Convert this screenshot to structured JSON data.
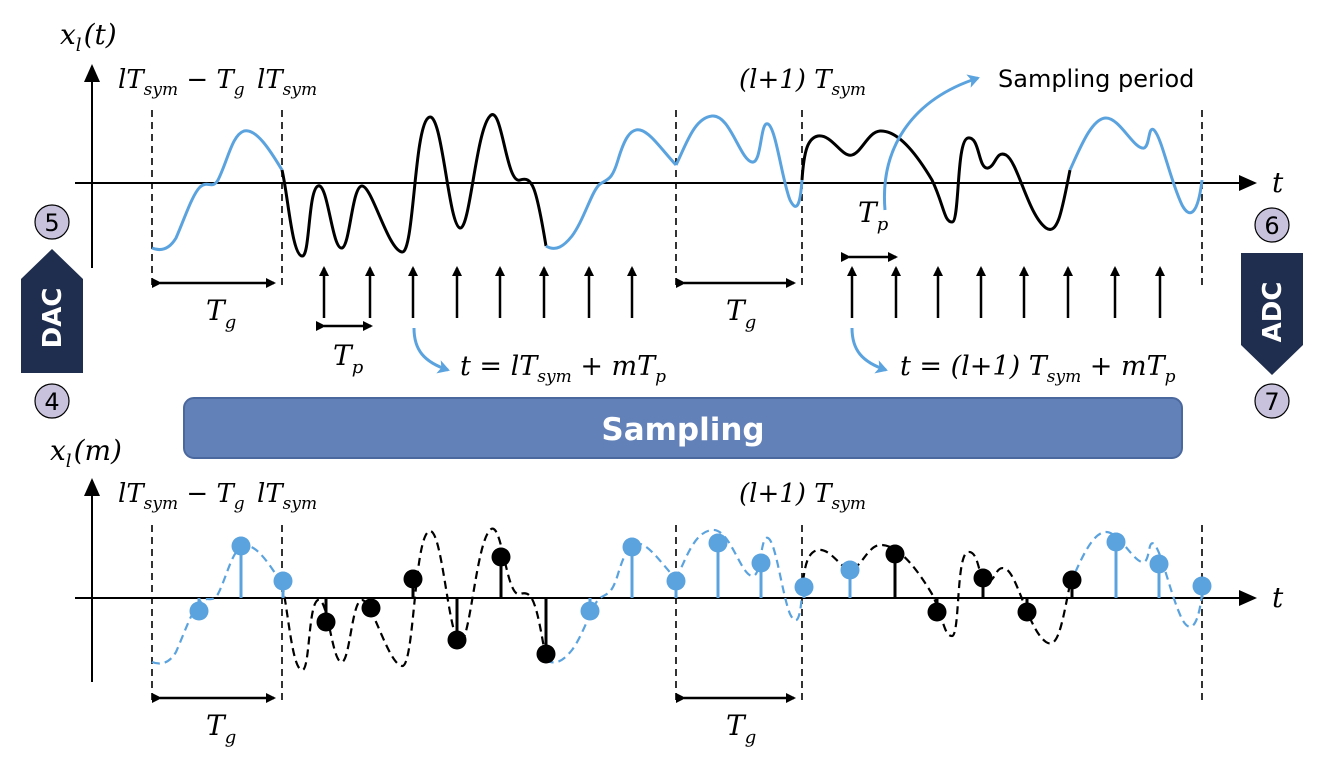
{
  "colors": {
    "blue": "#5BA3DF",
    "black": "#000000",
    "banner": "#6281B8",
    "banner_border": "#4A689E",
    "converter": "#1F2D4E",
    "badge_fill": "#C9C2DD"
  },
  "top_panel": {
    "y_label": {
      "var": "x",
      "sub": "l",
      "arg": "(t)"
    },
    "x_label": "t",
    "guard_start_label": {
      "a": "lT",
      "a_sub": "sym",
      "op": " − ",
      "b": "T",
      "b_sub": "g"
    },
    "symbol_start_label": {
      "a": "lT",
      "a_sub": "sym"
    },
    "next_symbol_label": {
      "pre": "(l+1) ",
      "a": "T",
      "a_sub": "sym"
    },
    "guard_width_label_1": {
      "a": "T",
      "a_sub": "g"
    },
    "guard_width_label_2": {
      "a": "T",
      "a_sub": "g"
    },
    "period_label_1": {
      "a": "T",
      "a_sub": "p"
    },
    "period_label_2": {
      "a": "T",
      "a_sub": "p"
    },
    "sampling_period_text": "Sampling period",
    "sample_time_1": {
      "pre": "t = lT",
      "pre_sub": "sym",
      "mid": " + mT",
      "mid_sub": "p"
    },
    "sample_time_2": {
      "pre": "t = (l+1) T",
      "pre_sub": "sym",
      "mid": " + mT",
      "mid_sub": "p"
    }
  },
  "banner": {
    "text": "Sampling"
  },
  "converters": {
    "dac": {
      "text": "DAC",
      "badge_top": "5",
      "badge_bottom": "4"
    },
    "adc": {
      "text": "ADC",
      "badge_top": "6",
      "badge_bottom": "7"
    }
  },
  "bottom_panel": {
    "y_label": {
      "var": "x",
      "sub": "l",
      "arg": "(m)"
    },
    "x_label": "t",
    "guard_start_label": {
      "a": "lT",
      "a_sub": "sym",
      "op": " − ",
      "b": "T",
      "b_sub": "g"
    },
    "symbol_start_label": {
      "a": "lT",
      "a_sub": "sym"
    },
    "next_symbol_label": {
      "pre": "(l+1) ",
      "a": "T",
      "a_sub": "sym"
    },
    "guard_width_label_1": {
      "a": "T",
      "a_sub": "g"
    },
    "guard_width_label_2": {
      "a": "T",
      "a_sub": "g"
    }
  }
}
